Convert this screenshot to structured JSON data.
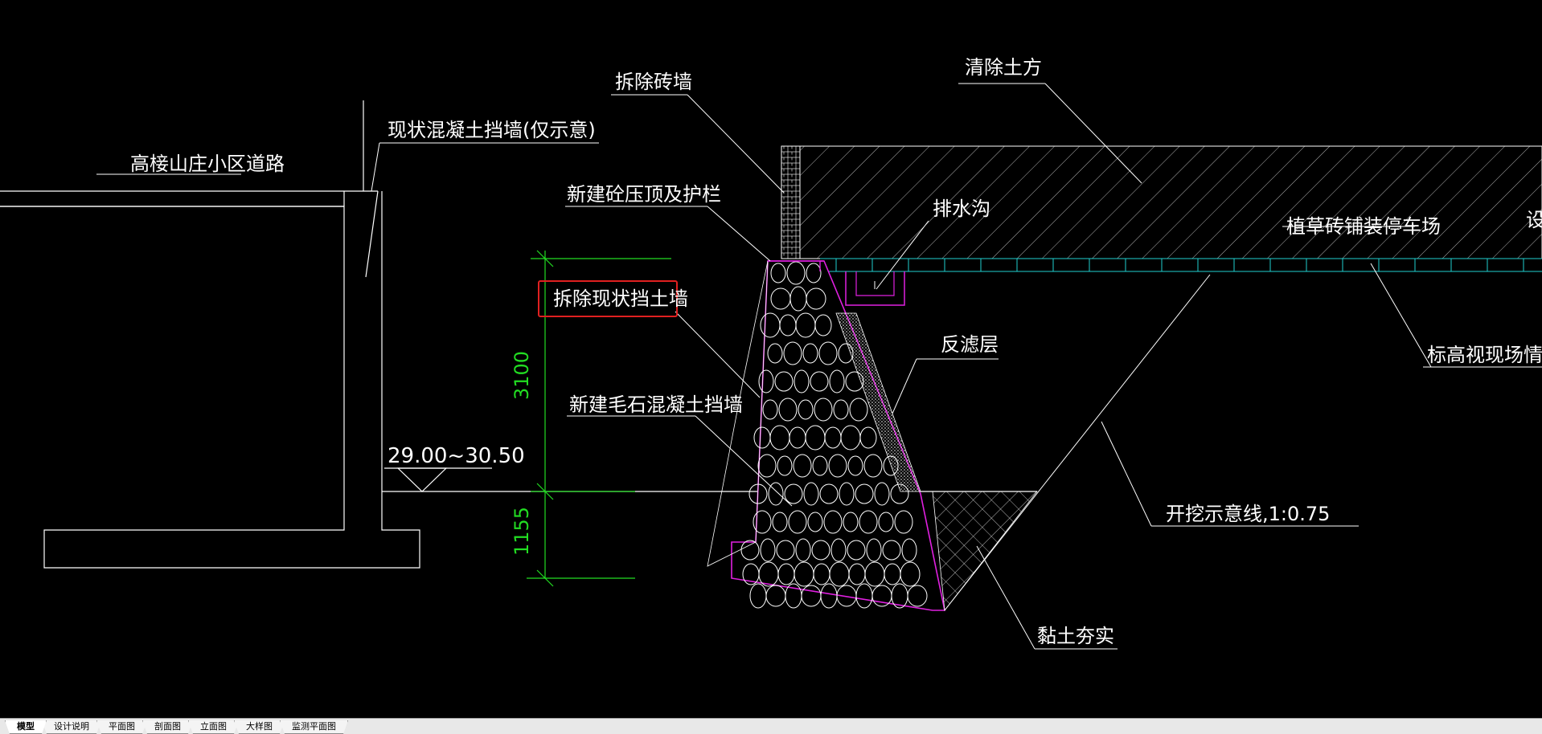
{
  "drawing": {
    "labels": {
      "road": "高椄山庄小区道路",
      "existing_concrete_wall": "现状混凝土挡墙(仅示意)",
      "demolish_brick_wall": "拆除砖墙",
      "clear_earth": "清除土方",
      "new_coping": "新建砼压顶及护栏",
      "drain_ditch": "排水沟",
      "parking_lot": "植草砖铺装停车场",
      "cut_off_edge": "设",
      "demolish_existing_wall": "拆除现状挡土墙",
      "filter_layer": "反滤层",
      "elevation_note": "标高视现场情况修",
      "new_rubble_wall": "新建毛石混凝土挡墙",
      "elevation_range": "29.00~30.50",
      "excavation_line": "开挖示意线,1:0.75",
      "clay_compacted": "黏土夯实"
    },
    "dimensions": {
      "upper": "3100",
      "lower": "1155"
    },
    "colors": {
      "background": "#000000",
      "lines": "#ffffff",
      "dimension": "#22dd22",
      "wall_outline": "#e020e0",
      "paver": "#20d0d0",
      "highlight": "#e02020"
    }
  },
  "tabs": [
    {
      "label": "模型",
      "active": true
    },
    {
      "label": "设计说明",
      "active": false
    },
    {
      "label": "平面图",
      "active": false
    },
    {
      "label": "剖面图",
      "active": false
    },
    {
      "label": "立面图",
      "active": false
    },
    {
      "label": "大样图",
      "active": false
    },
    {
      "label": "监测平面图",
      "active": false
    }
  ]
}
